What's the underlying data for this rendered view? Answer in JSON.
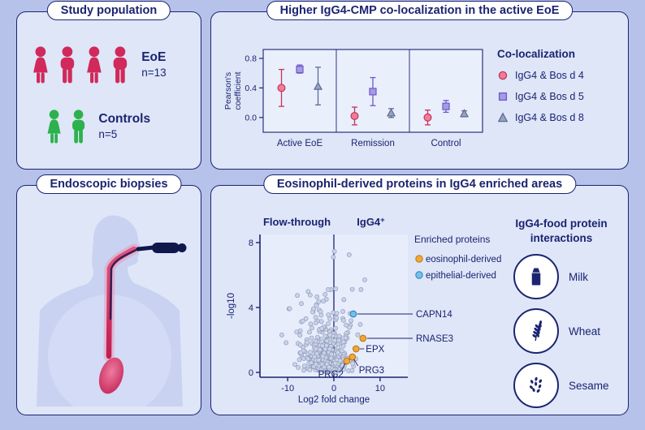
{
  "panels": {
    "study_population": {
      "title": "Study population",
      "groups": [
        {
          "label": "EoE",
          "n": "n=13",
          "color": "#d1295b",
          "icons": [
            "female-person-icon",
            "male-person-icon",
            "female-person-icon",
            "male-person-icon"
          ]
        },
        {
          "label": "Controls",
          "n": "n=5",
          "color": "#2db14c",
          "icons": [
            "female-person-icon",
            "male-person-icon"
          ]
        }
      ]
    },
    "colocalization": {
      "title": "Higher IgG4-CMP co-localization in the active EoE"
    },
    "biopsies": {
      "title": "Endoscopic biopsies",
      "illustration": "endoscope-esophagus-illustration"
    },
    "proteins": {
      "title": "Eosinophil-derived proteins in IgG4 enriched areas",
      "food_title": "IgG4-food protein interactions",
      "foods": [
        {
          "name": "Milk",
          "icon": "milk-carton-icon"
        },
        {
          "name": "Wheat",
          "icon": "wheat-icon"
        },
        {
          "name": "Sesame",
          "icon": "sesame-seeds-icon"
        }
      ]
    }
  },
  "chart_data": [
    {
      "type": "scatter",
      "variant": "point-estimates-with-error-bars",
      "title": "Higher IgG4-CMP co-localization in the active EoE",
      "ylabel": "Pearson's coefficient",
      "categories": [
        "Active EoE",
        "Remission",
        "Control"
      ],
      "yticks": [
        0.0,
        0.4,
        0.8
      ],
      "ylim": [
        -0.2,
        0.92
      ],
      "grid": false,
      "legend_title": "Co-localization",
      "legend_position": "right",
      "series": [
        {
          "name": "IgG4 & Bos d 4",
          "marker": "circle",
          "color": "#ef7d96",
          "stroke": "#c2355c",
          "values": [
            0.4,
            0.02,
            0.0
          ],
          "err_lo": [
            0.15,
            -0.1,
            -0.1
          ],
          "err_hi": [
            0.65,
            0.14,
            0.1
          ]
        },
        {
          "name": "IgG4 & Bos d 5",
          "marker": "square",
          "color": "#a79ae0",
          "stroke": "#6a5acd",
          "values": [
            0.65,
            0.35,
            0.15
          ],
          "err_lo": [
            0.6,
            0.16,
            0.07
          ],
          "err_hi": [
            0.71,
            0.54,
            0.23
          ]
        },
        {
          "name": "IgG4 & Bos d 8",
          "marker": "triangle",
          "color": "#97a3c4",
          "stroke": "#5d6b92",
          "values": [
            0.42,
            0.06,
            0.05
          ],
          "err_lo": [
            0.17,
            0.0,
            0.01
          ],
          "err_hi": [
            0.68,
            0.12,
            0.09
          ]
        }
      ]
    },
    {
      "type": "scatter",
      "variant": "volcano",
      "title": "Eosinophil-derived proteins in IgG4 enriched areas",
      "xlabel": "Log2 fold change",
      "ylabel": "-log10",
      "xticks": [
        -10,
        0,
        10
      ],
      "yticks": [
        0,
        4,
        8
      ],
      "xlim": [
        -16,
        16
      ],
      "ylim": [
        -0.3,
        8.5
      ],
      "region_labels": [
        "Flow-through",
        "IgG4+"
      ],
      "legend_title": "Enriched proteins",
      "legend": [
        {
          "label": "eosinophil-derived",
          "color": "#f2a73b",
          "stroke": "#b97a14"
        },
        {
          "label": "epithelial-derived",
          "color": "#74c0ec",
          "stroke": "#2e7fb5"
        }
      ],
      "background_cloud": {
        "n": 420,
        "seed": 13,
        "color": "#c9d2e8"
      },
      "highlights": [
        {
          "label": "CAPN14",
          "x": 4.2,
          "y": 3.6,
          "type": "epithelial",
          "callout": "right"
        },
        {
          "label": "RNASE3",
          "x": 6.3,
          "y": 2.1,
          "type": "eosinophil",
          "callout": "right"
        },
        {
          "label": "EPX",
          "x": 4.8,
          "y": 1.45,
          "type": "eosinophil",
          "callout": "near-right"
        },
        {
          "label": "PRG3",
          "x": 4.0,
          "y": 0.95,
          "type": "eosinophil",
          "callout": "below-right"
        },
        {
          "label": "PRG2",
          "x": 2.8,
          "y": 0.7,
          "type": "eosinophil",
          "callout": "below-left"
        }
      ]
    }
  ]
}
